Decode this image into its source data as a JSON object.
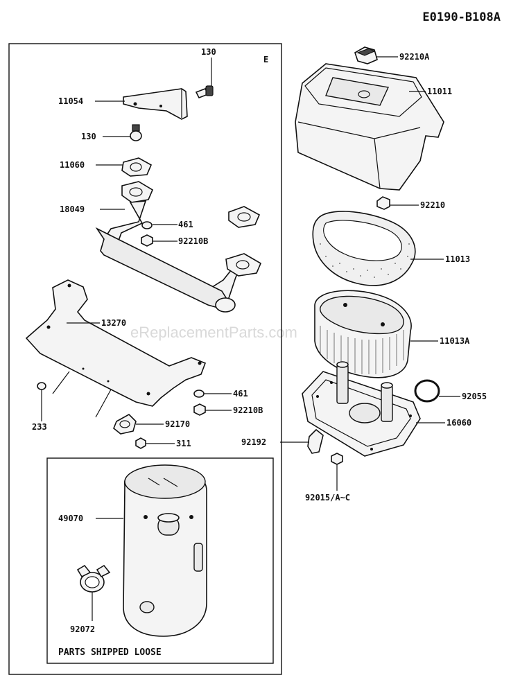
{
  "diagram_code": "E0190-B108A",
  "watermark": "eReplacementParts.com",
  "panel_letter": "E",
  "loose_parts_caption": "PARTS SHIPPED LOOSE",
  "labels": {
    "p130a": "130",
    "p11054": "11054",
    "p130b": "130",
    "p11060": "11060",
    "p18049": "18049",
    "p461a": "461",
    "p92210B_a": "92210B",
    "p13270": "13270",
    "p461b": "461",
    "p92210B_b": "92210B",
    "p233": "233",
    "p92170": "92170",
    "p311": "311",
    "p49070": "49070",
    "p92072": "92072",
    "p92210A": "92210A",
    "p11011": "11011",
    "p92210": "92210",
    "p11013": "11013",
    "p11013A": "11013A",
    "p92055": "92055",
    "p16060": "16060",
    "p92192": "92192",
    "p92015": "92015/A~C"
  }
}
